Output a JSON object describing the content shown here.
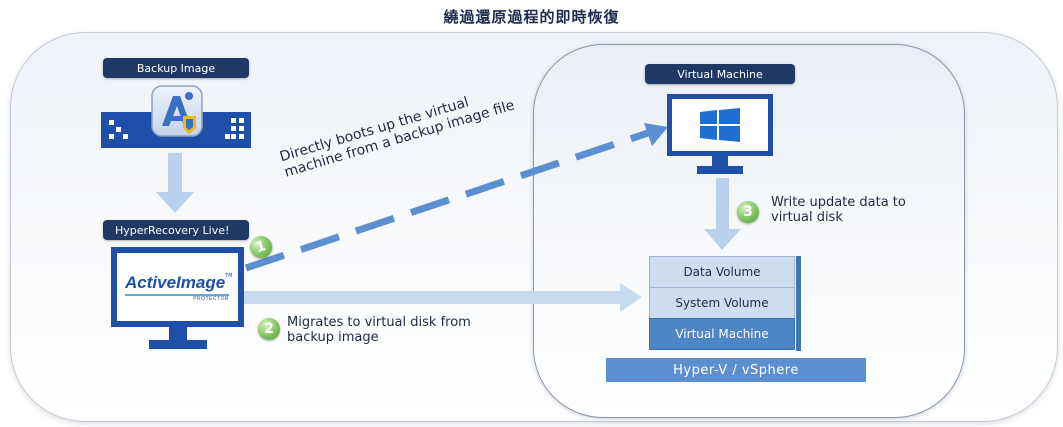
{
  "title": "繞過還原過程的即時恢復",
  "labels": {
    "backup_image": "Backup Image",
    "hyperrecovery_live": "HyperRecovery Live!",
    "virtual_machine_top": "Virtual Machine"
  },
  "product_logo": {
    "name": "ActiveImage",
    "tm": "TM",
    "sub": "PROTECTOR"
  },
  "steps": [
    {
      "number": "1",
      "text_line1": "Directly boots up the virtual",
      "text_line2": "machine from a backup image file"
    },
    {
      "number": "2",
      "text_line1": "Migrates to virtual disk from",
      "text_line2": "backup image"
    },
    {
      "number": "3",
      "text_line1": "Write update data to",
      "text_line2": "virtual disk"
    }
  ],
  "stack": {
    "data_volume": "Data Volume",
    "system_volume": "System Volume",
    "virtual_machine": "Virtual Machine"
  },
  "hypervisor": "Hyper-V / vSphere",
  "icons": {
    "backup": "ai-logo-icon",
    "vm_os": "windows-logo-icon",
    "server": "server-rack-icon",
    "monitor": "monitor-icon"
  },
  "colors": {
    "navy": "#1f3864",
    "arrow_light": "#b9d1ec",
    "arrow_dashed": "#5b8fd0",
    "monitor_blue": "#1f4fa8",
    "step_green": "#6fb04f",
    "stack_dark": "#4e85c4",
    "stack_light": "#cfddf0"
  }
}
